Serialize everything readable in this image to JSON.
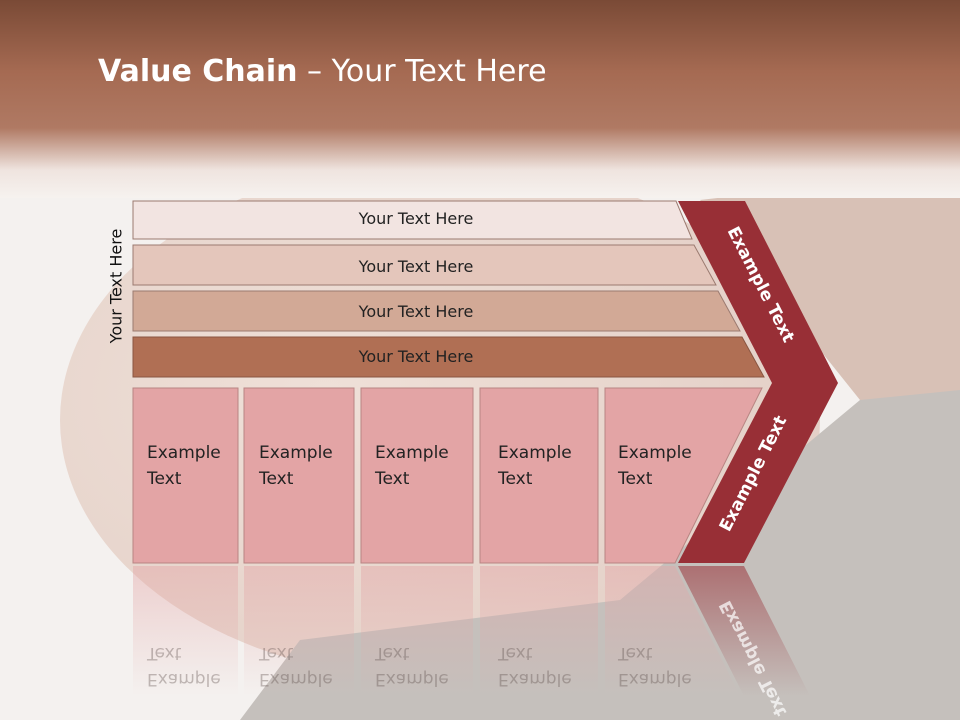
{
  "title": {
    "bold": "Value Chain",
    "rest": " – Your Text Here"
  },
  "side_label": "Your Text Here",
  "support_bars": [
    {
      "label": "Your Text Here"
    },
    {
      "label": "Your Text Here"
    },
    {
      "label": "Your Text Here"
    },
    {
      "label": "Your Text Here"
    }
  ],
  "primary_boxes": [
    {
      "line1": "Example",
      "line2": "Text"
    },
    {
      "line1": "Example",
      "line2": "Text"
    },
    {
      "line1": "Example",
      "line2": "Text"
    },
    {
      "line1": "Example",
      "line2": "Text"
    },
    {
      "line1": "Example",
      "line2": "Text"
    }
  ],
  "chevron_upper": "Example Text",
  "chevron_lower": "Example Text",
  "colors": {
    "header": "#a56a52",
    "bar1": "#f2e4e1",
    "bar2": "#e4c6bb",
    "bar3": "#d2a996",
    "bar4": "#b06f54",
    "box": "#e3a4a5",
    "chevron": "#982f36"
  }
}
